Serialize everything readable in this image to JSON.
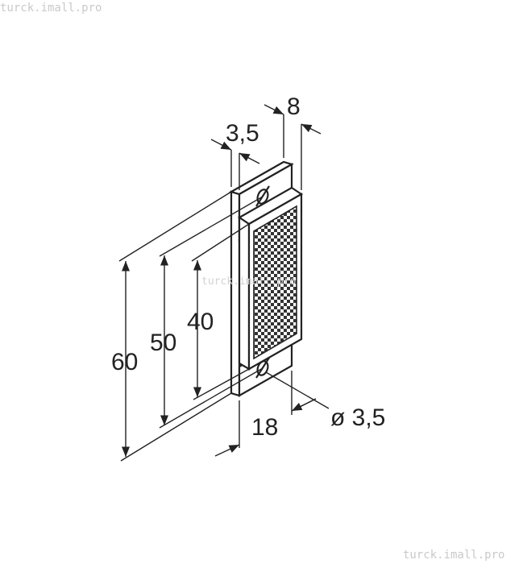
{
  "watermarks": {
    "top": "turck.imall.pro",
    "center": "turck.imall.pro",
    "bottom": "turck.imall.pro"
  },
  "dimensions": {
    "depth_top": "8",
    "plate_thickness": "3,5",
    "height_overall": "60",
    "hole_spacing": "50",
    "reflector_height": "40",
    "width": "18",
    "hole_diameter": "ø 3,5"
  },
  "colors": {
    "line": "#222222",
    "watermark": "#c9c9c9"
  }
}
